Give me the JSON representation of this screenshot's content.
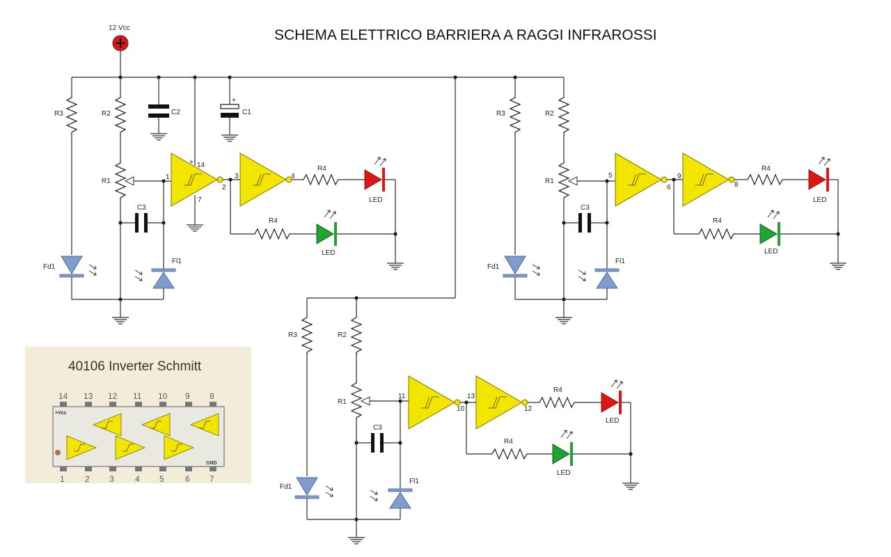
{
  "title": "SCHEMA ELETTRICO BARRIERA A RAGGI INFRAROSSI",
  "supply": {
    "label": "12 Vcc"
  },
  "colors": {
    "gate": "#f2e600",
    "led_red": "#e01515",
    "led_green": "#1ea334",
    "ir_diode": "#7f9ccc",
    "supply": "#e01515",
    "wire": "#2b2b2b"
  },
  "components": {
    "r3": "R3",
    "r2": "R2",
    "r1": "R1",
    "r4": "R4",
    "c1": "C1",
    "c2": "C2",
    "c3": "C3",
    "fd1": "Fd1",
    "fi1": "Fl1",
    "led": "LED",
    "plus": "+"
  },
  "stages": [
    {
      "in1": "1",
      "out1": "2",
      "in2": "3",
      "out2": "4",
      "vcc_pin": "14",
      "gnd_pin": "7"
    },
    {
      "in1": "5",
      "out1": "6",
      "in2": "9",
      "out2": "8"
    },
    {
      "in1": "11",
      "out1": "10",
      "in2": "13",
      "out2": "12"
    }
  ],
  "chip": {
    "title": "40106 Inverter Schmitt",
    "top_pins": [
      "14",
      "13",
      "12",
      "11",
      "10",
      "9",
      "8"
    ],
    "bottom_pins": [
      "1",
      "2",
      "3",
      "4",
      "5",
      "6",
      "7"
    ],
    "vcc_label": "+Vcc",
    "gnd_label": "GND"
  }
}
